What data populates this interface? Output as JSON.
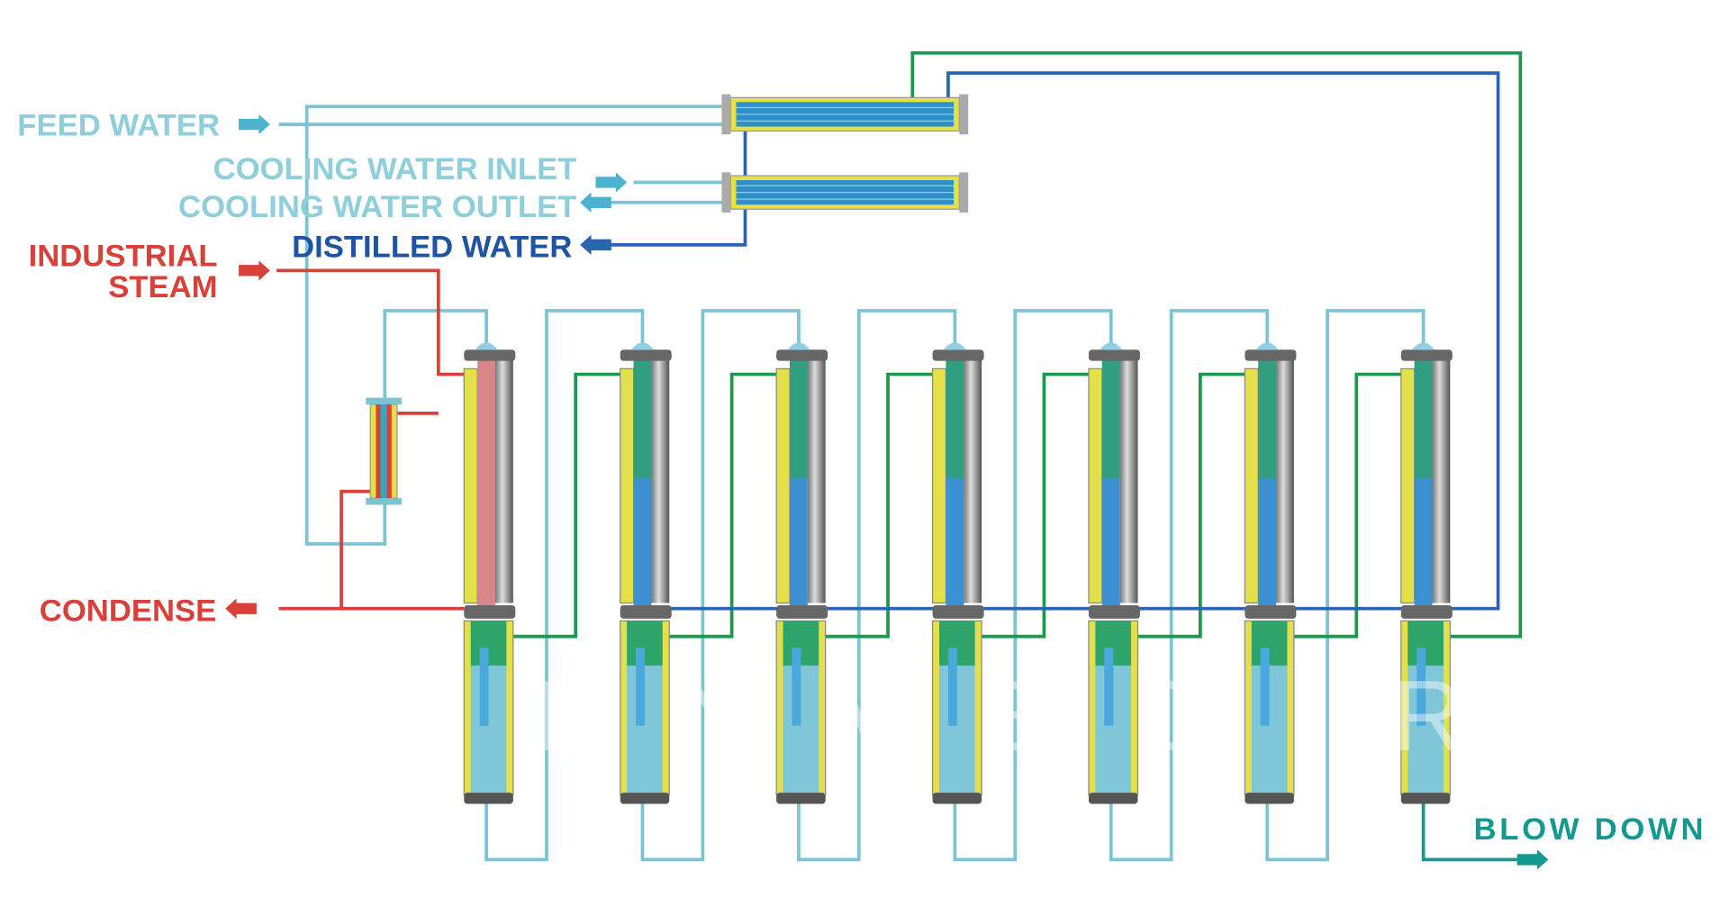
{
  "labels": {
    "feed_water": "FEED WATER",
    "cooling_inlet": "COOLING WATER INLET",
    "cooling_outlet": "COOLING WATER OUTLET",
    "distilled_water": "DISTILLED WATER",
    "industrial": "INDUSTRIAL",
    "steam": "STEAM",
    "condense": "CONDENSE",
    "blow_down": "BLOW DOWN"
  },
  "effects_count": 7,
  "colors": {
    "feed": "#7cc3d3",
    "steam": "#d9403a",
    "vapor": "#1a9a4a",
    "distilled": "#2a66b0",
    "blowdown": "#14998f",
    "jacket": "#e3e04a",
    "distilled_label": "#1f55a0"
  }
}
